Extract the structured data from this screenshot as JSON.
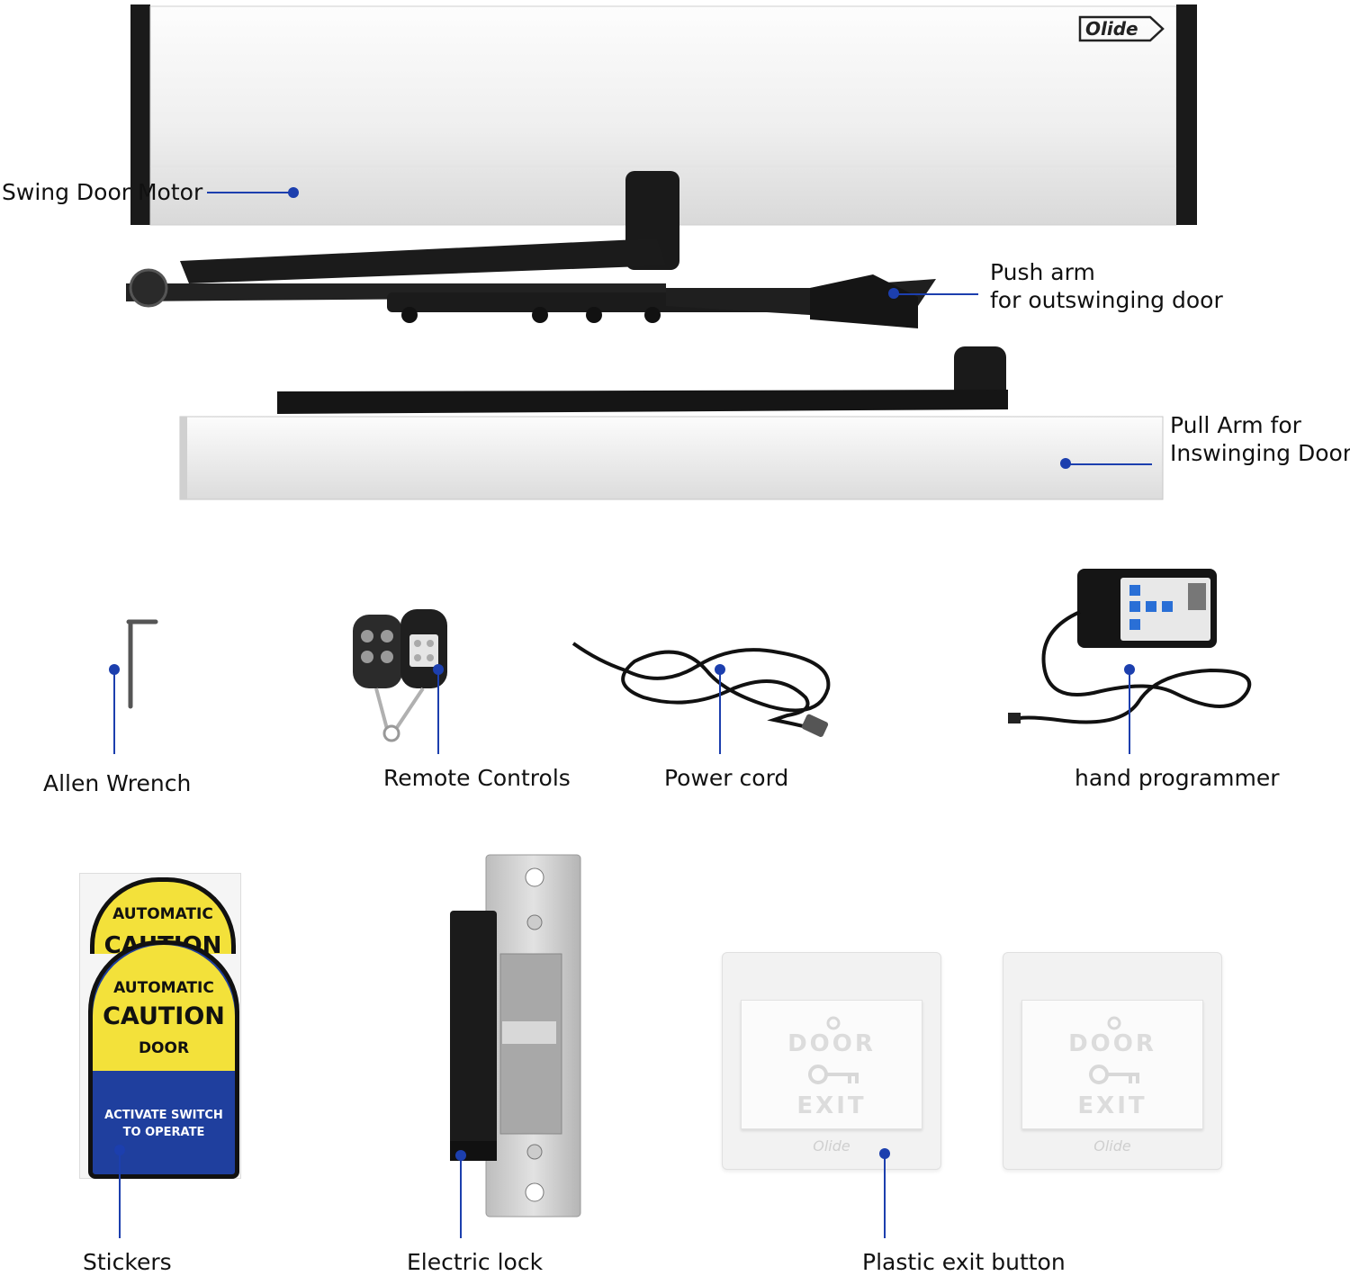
{
  "brand": {
    "logo_text": "Olide"
  },
  "labels": {
    "motor": "Swing  Door  Motor",
    "push_arm_line1": "Push arm",
    "push_arm_line2": "for outswinging door",
    "pull_arm_line1": "Pull Arm for",
    "pull_arm_line2": "Inswinging Door",
    "allen_wrench": "Allen  Wrench",
    "remote_controls": "Remote Controls",
    "power_cord": "Power cord",
    "hand_programmer": "hand programmer",
    "stickers": "Stickers",
    "electric_lock": "Electric lock",
    "exit_button": "Plastic exit button"
  },
  "sticker": {
    "top_word": "AUTOMATIC",
    "top_partial": "CAUTION",
    "word1": "AUTOMATIC",
    "word2": "CAUTION",
    "word3": "DOOR",
    "line1": "ACTIVATE SWITCH",
    "line2": "TO OPERATE"
  },
  "exit_button": {
    "top": "DOOR",
    "bottom": "EXIT",
    "brand": "Olide"
  },
  "colors": {
    "accent": "#1c3fae",
    "sticker_yellow": "#f3e13a",
    "sticker_blue": "#1f3f9e"
  }
}
